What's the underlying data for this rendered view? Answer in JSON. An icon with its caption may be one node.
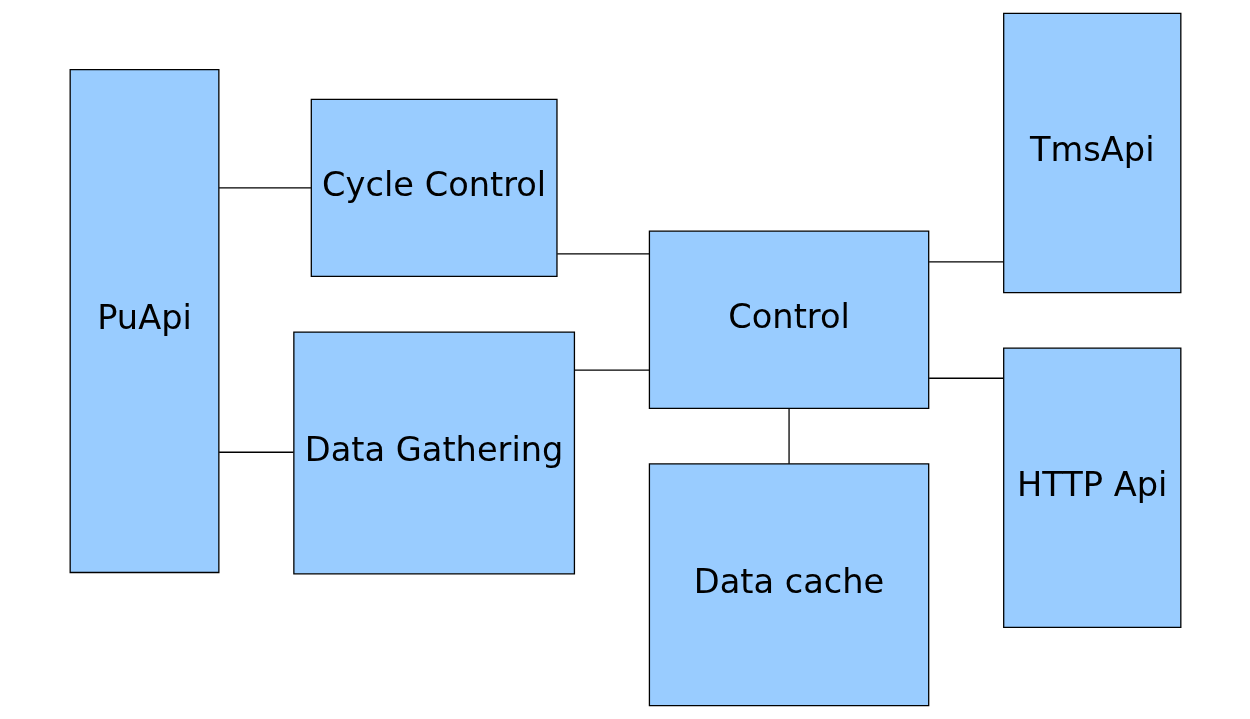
{
  "diagram": {
    "nodes": [
      {
        "text": [
          "PuApi"
        ]
      },
      {
        "text": [
          "Cycle Control"
        ]
      },
      {
        "text": [
          "Control"
        ]
      },
      {
        "text": [
          "TmsApi"
        ]
      },
      {
        "text": [
          "Data Gathering"
        ]
      },
      {
        "text": [
          "Data cache"
        ]
      },
      {
        "text": [
          "HTTP Api"
        ]
      }
    ],
    "edges": [
      {
        "from": 0,
        "to": 1,
        "arrow": "none"
      },
      {
        "from": 0,
        "to": 4,
        "arrow": "none"
      },
      {
        "from": 1,
        "to": 2,
        "arrow": "none"
      },
      {
        "from": 2,
        "to": 3,
        "arrow": "none"
      },
      {
        "from": 2,
        "to": 6,
        "arrow": "none"
      },
      {
        "from": 2,
        "to": 4,
        "arrow": "none"
      },
      {
        "from": 2,
        "to": 5,
        "arrow": "none"
      }
    ]
  }
}
